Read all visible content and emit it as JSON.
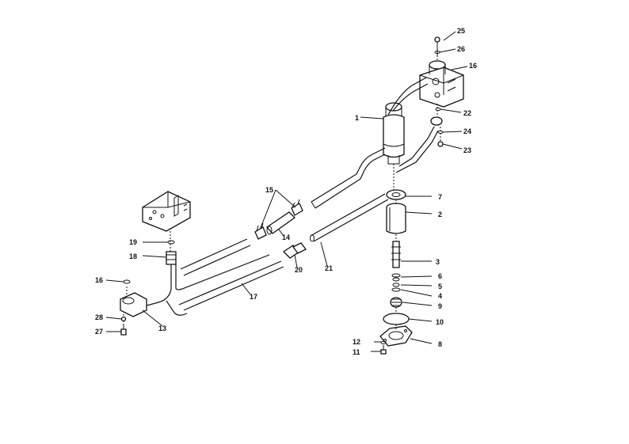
{
  "diagram": {
    "labels": [
      {
        "id": "l1",
        "text": "1"
      },
      {
        "id": "l2",
        "text": "2"
      },
      {
        "id": "l3",
        "text": "3"
      },
      {
        "id": "l4",
        "text": "4"
      },
      {
        "id": "l5",
        "text": "5"
      },
      {
        "id": "l6",
        "text": "6"
      },
      {
        "id": "l7",
        "text": "7"
      },
      {
        "id": "l8",
        "text": "8"
      },
      {
        "id": "l9",
        "text": "9"
      },
      {
        "id": "l10",
        "text": "10"
      },
      {
        "id": "l11",
        "text": "11"
      },
      {
        "id": "l12",
        "text": "12"
      },
      {
        "id": "l13",
        "text": "13"
      },
      {
        "id": "l14",
        "text": "14"
      },
      {
        "id": "l15",
        "text": "15"
      },
      {
        "id": "l16a",
        "text": "16"
      },
      {
        "id": "l16b",
        "text": "16"
      },
      {
        "id": "l17",
        "text": "17"
      },
      {
        "id": "l18",
        "text": "18"
      },
      {
        "id": "l19",
        "text": "19"
      },
      {
        "id": "l20",
        "text": "20"
      },
      {
        "id": "l21",
        "text": "21"
      },
      {
        "id": "l22",
        "text": "22"
      },
      {
        "id": "l23",
        "text": "23"
      },
      {
        "id": "l24",
        "text": "24"
      },
      {
        "id": "l25",
        "text": "25"
      },
      {
        "id": "l26",
        "text": "26"
      },
      {
        "id": "l27",
        "text": "27"
      },
      {
        "id": "l28",
        "text": "28"
      }
    ]
  }
}
